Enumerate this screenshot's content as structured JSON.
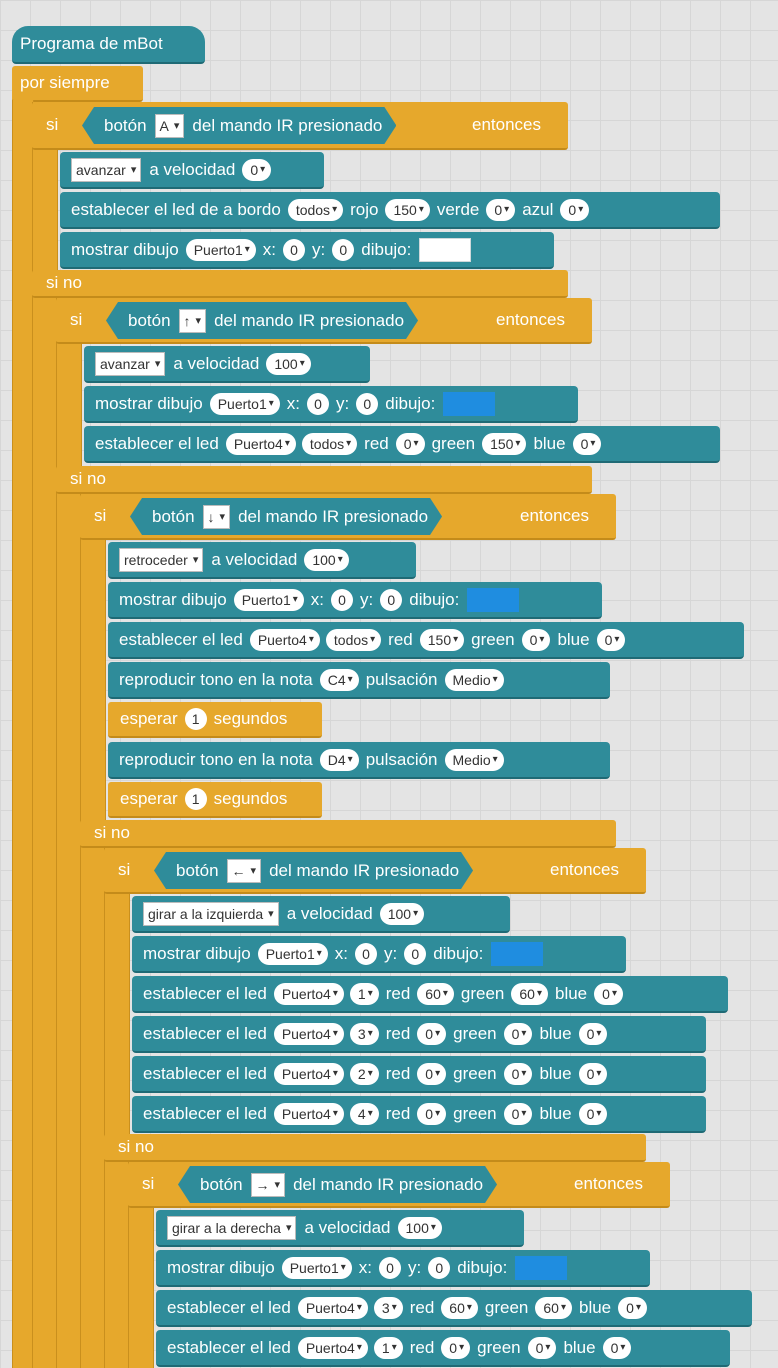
{
  "hat": {
    "label": "Programa de mBot"
  },
  "forever": {
    "label": "por siempre"
  },
  "kw": {
    "si": "si",
    "sino": "si no",
    "entonces": "entonces",
    "boton": "botón",
    "del_mando": "del mando IR presionado",
    "a_velocidad": "a velocidad",
    "mostrar": "mostrar dibujo",
    "x": "x:",
    "y": "y:",
    "dibujo": "dibujo:",
    "led_abordo": "establecer el led de a bordo",
    "rojo": "rojo",
    "verde": "verde",
    "azul": "azul",
    "led": "establecer el led",
    "red": "red",
    "green": "green",
    "blue": "blue",
    "tono": "reproducir tono en la nota",
    "pulsacion": "pulsación",
    "esperar": "esperar",
    "segundos": "segundos"
  },
  "cond1": {
    "button": "A"
  },
  "b1": {
    "dir": "avanzar",
    "speed": "0",
    "led_scope": "todos",
    "rojo": "150",
    "verde": "0",
    "azul": "0",
    "port": "Puerto1",
    "x": "0",
    "y": "0"
  },
  "cond2": {
    "button": "↑"
  },
  "b2": {
    "dir": "avanzar",
    "speed": "100",
    "port": "Puerto1",
    "x": "0",
    "y": "0",
    "led_port": "Puerto4",
    "led_scope": "todos",
    "red": "0",
    "green": "150",
    "blue": "0"
  },
  "cond3": {
    "button": "↓"
  },
  "b3": {
    "dir": "retroceder",
    "speed": "100",
    "port": "Puerto1",
    "x": "0",
    "y": "0",
    "led_port": "Puerto4",
    "led_scope": "todos",
    "red": "150",
    "green": "0",
    "blue": "0",
    "note1": "C4",
    "beat1": "Medio",
    "wait1": "1",
    "note2": "D4",
    "beat2": "Medio",
    "wait2": "1"
  },
  "cond4": {
    "button": "←"
  },
  "b4": {
    "dir": "girar a la izquierda",
    "speed": "100",
    "port": "Puerto1",
    "x": "0",
    "y": "0",
    "leds": [
      {
        "port": "Puerto4",
        "idx": "1",
        "red": "60",
        "green": "60",
        "blue": "0"
      },
      {
        "port": "Puerto4",
        "idx": "3",
        "red": "0",
        "green": "0",
        "blue": "0"
      },
      {
        "port": "Puerto4",
        "idx": "2",
        "red": "0",
        "green": "0",
        "blue": "0"
      },
      {
        "port": "Puerto4",
        "idx": "4",
        "red": "0",
        "green": "0",
        "blue": "0"
      }
    ]
  },
  "cond5": {
    "button": "→"
  },
  "b5": {
    "dir": "girar a la derecha",
    "speed": "100",
    "port": "Puerto1",
    "x": "0",
    "y": "0",
    "leds": [
      {
        "port": "Puerto4",
        "idx": "3",
        "red": "60",
        "green": "60",
        "blue": "0"
      },
      {
        "port": "Puerto4",
        "idx": "1",
        "red": "0",
        "green": "0",
        "blue": "0"
      }
    ]
  },
  "colors": {
    "control": "#e6a82c",
    "mbot": "#2f8c9a",
    "workspace": "#e4e4e4"
  }
}
